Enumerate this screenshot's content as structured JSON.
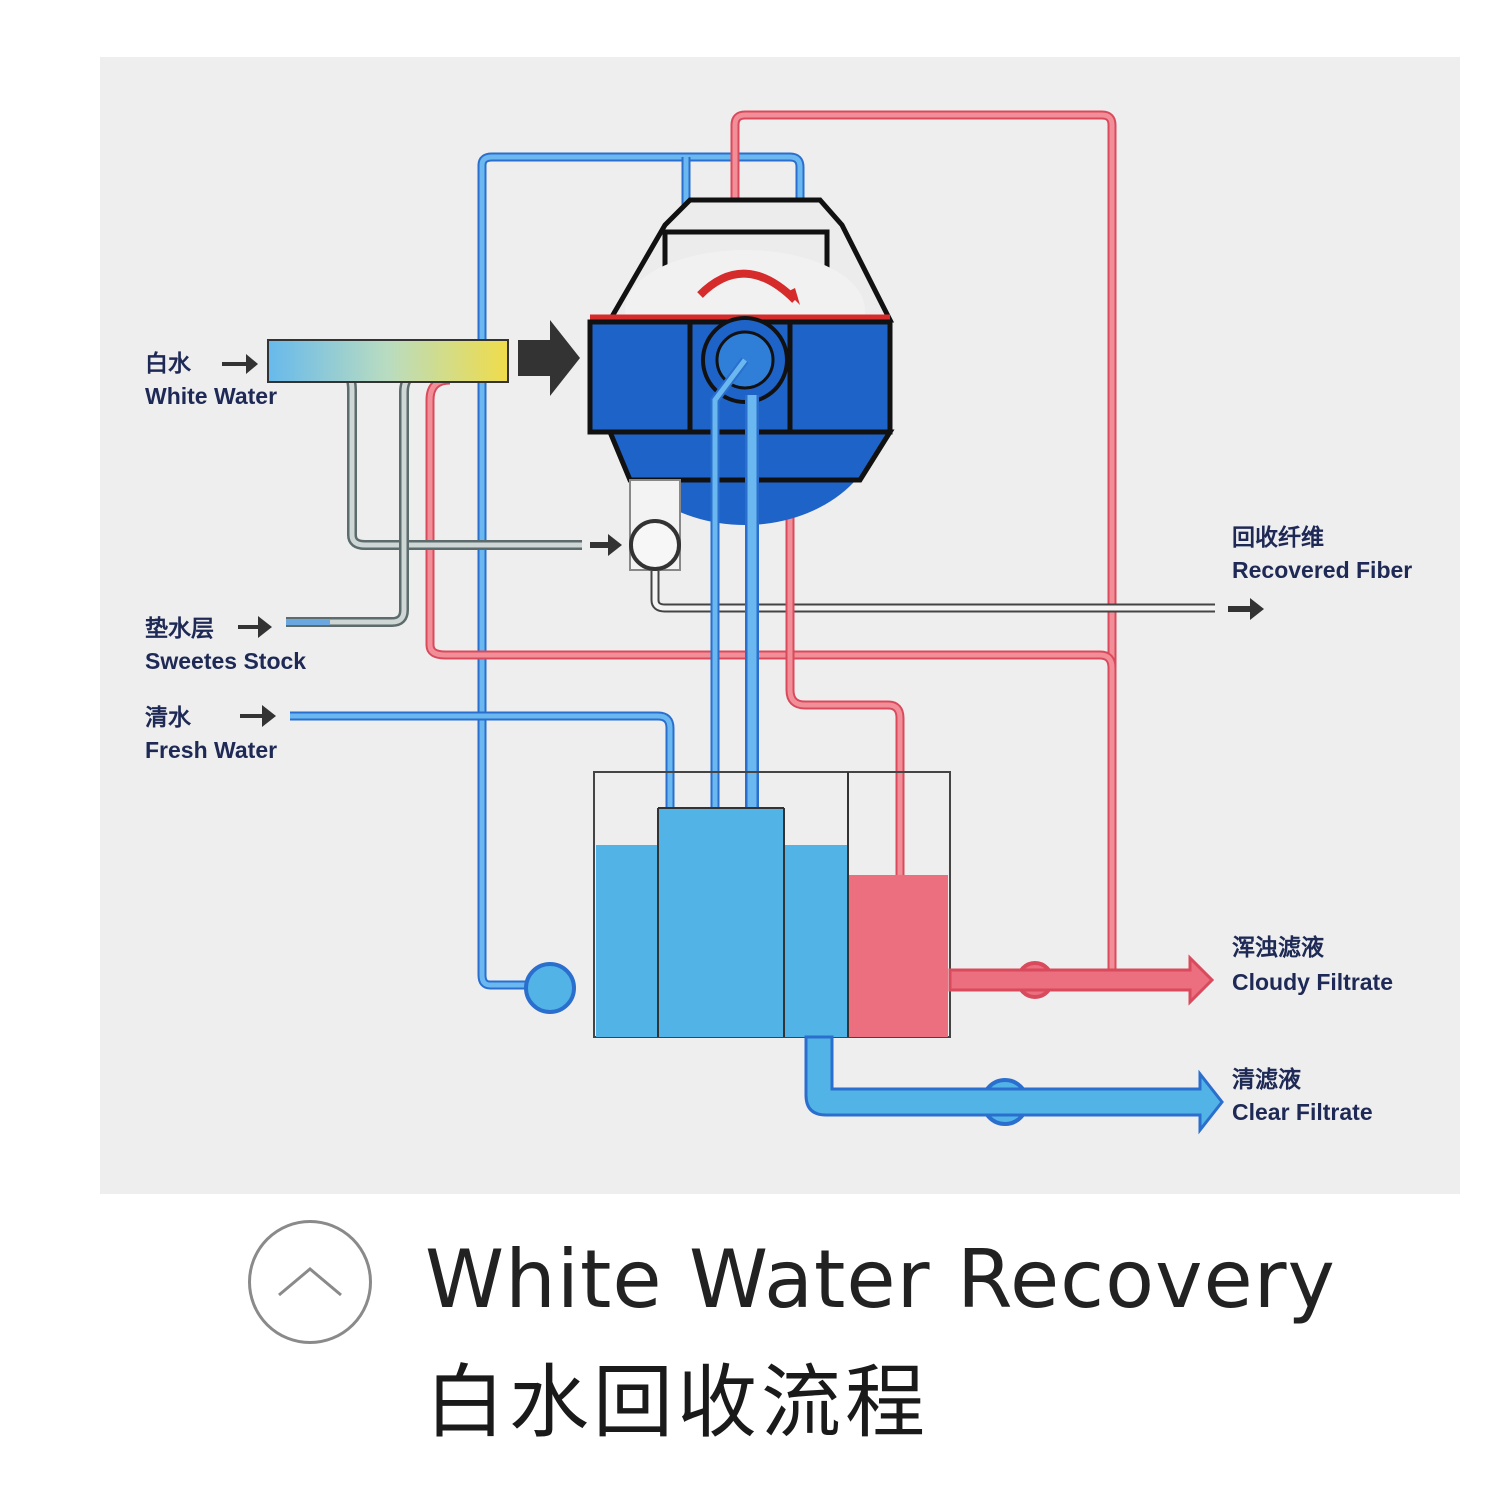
{
  "diagram": {
    "labels": {
      "white_water_cn": "白水",
      "white_water_en": "White Water",
      "sweetener_cn": "垫水层",
      "sweetener_en": "Sweetes Stock",
      "fresh_water_cn": "清水",
      "fresh_water_en": "Fresh Water",
      "recovered_fiber_cn": "回收纤维",
      "recovered_fiber_en": "Recovered Fiber",
      "cloudy_filtrate_cn": "浑浊滤液",
      "cloudy_filtrate_en": "Cloudy Filtrate",
      "clear_filtrate_cn": "清滤液",
      "clear_filtrate_en": "Clear Filtrate"
    },
    "colors": {
      "blue_line": "#4a90e2",
      "red_line": "#e85a6a",
      "tank_blue": "#52b4e6",
      "tank_red": "#ec6f7f",
      "drum_blue": "#1e63c8"
    }
  },
  "caption": {
    "title_en": "White Water Recovery",
    "title_cn": "白水回收流程",
    "up_icon": "chevron-up-icon"
  }
}
